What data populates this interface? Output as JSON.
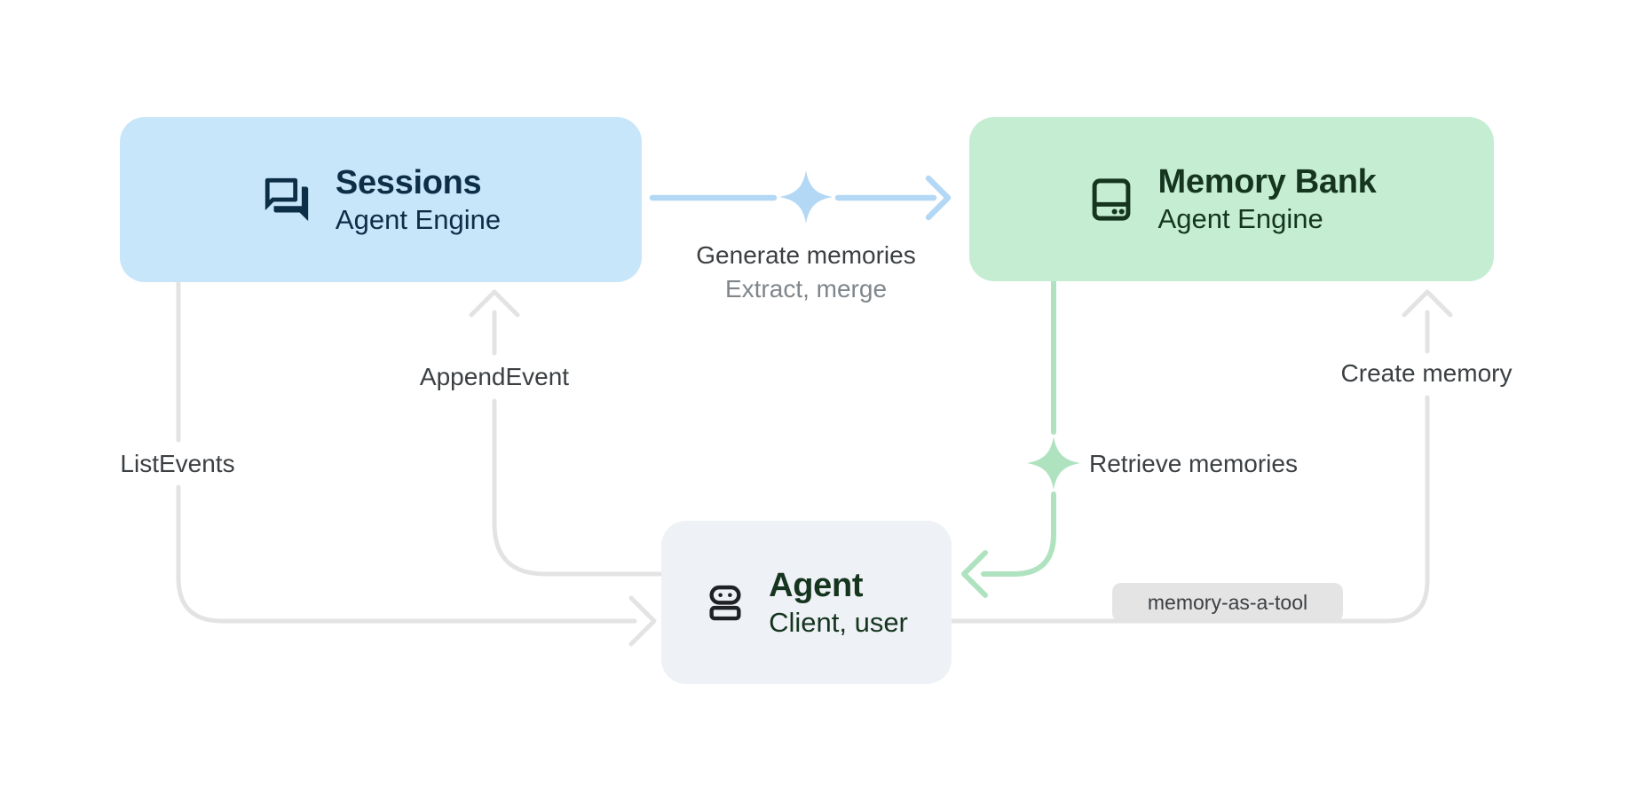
{
  "diagram": {
    "background": "#ffffff",
    "nodes": {
      "sessions": {
        "title": "Sessions",
        "subtitle": "Agent Engine",
        "icon": "chat-bubbles-icon",
        "bg_color": "#c7e6fa",
        "text_color": "#0d2e47"
      },
      "memory_bank": {
        "title": "Memory Bank",
        "subtitle": "Agent Engine",
        "icon": "memory-storage-icon",
        "bg_color": "#c5edd1",
        "text_color": "#15351f"
      },
      "agent": {
        "title": "Agent",
        "subtitle": "Client, user",
        "icon": "robot-icon",
        "bg_color": "#eef1f5",
        "text_color": "#15351f",
        "icon_color": "#202124"
      }
    },
    "edges": {
      "generate_memories": {
        "label": "Generate memories",
        "sublabel": "Extract, merge",
        "from": "sessions",
        "to": "memory_bank",
        "color": "#b3d8f6",
        "decoration": "sparkle-icon"
      },
      "append_event": {
        "label": "AppendEvent",
        "from": "agent",
        "to": "sessions",
        "color": "#e3e3e3"
      },
      "list_events": {
        "label": "ListEvents",
        "from": "sessions",
        "to": "agent",
        "color": "#e3e3e3"
      },
      "retrieve_memories": {
        "label": "Retrieve memories",
        "from": "memory_bank",
        "to": "agent",
        "color": "#afe3bf",
        "decoration": "sparkle-icon"
      },
      "create_memory": {
        "label": "Create memory",
        "badge": "memory-as-a-tool",
        "from": "agent",
        "to": "memory_bank",
        "color": "#e3e3e3"
      }
    },
    "text_colors": {
      "label": "#3c4043",
      "muted": "#80868b"
    }
  }
}
